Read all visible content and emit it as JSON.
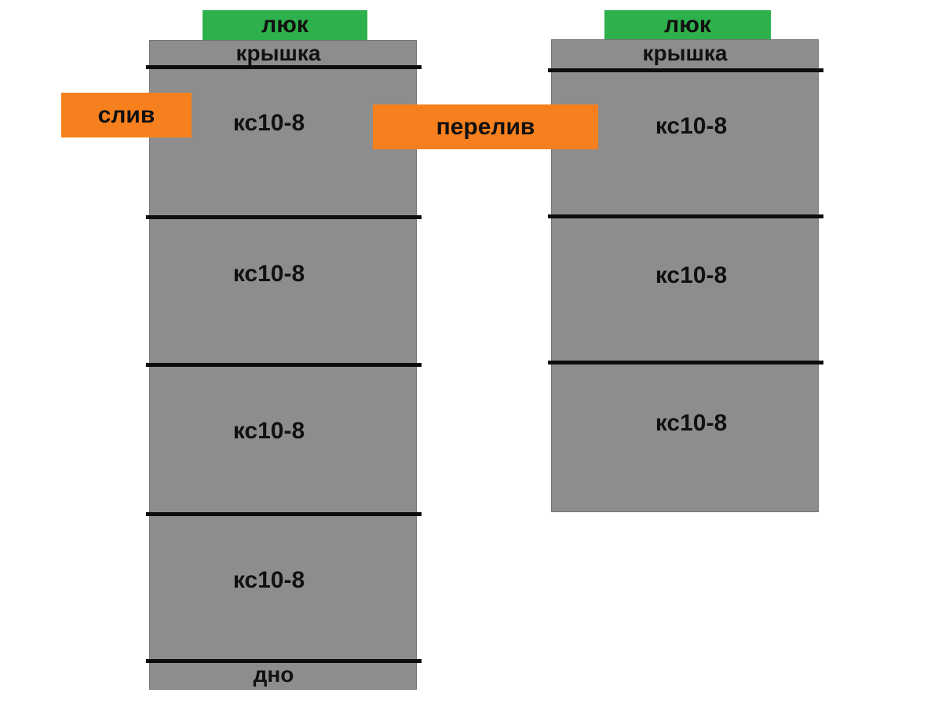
{
  "diagram": {
    "colors": {
      "bg": "#ffffff",
      "ring": "#8d8d8d",
      "ring-border": "#747474",
      "hatch": "#2eb04c",
      "pipe": "#f6801e",
      "line": "#0d0d0d",
      "text": "#111111"
    },
    "wells": [
      {
        "id": "left",
        "hatch_label": "люк",
        "cover_label": "крышка",
        "rings": [
          "кс10-8",
          "кс10-8",
          "кс10-8",
          "кс10-8"
        ],
        "bottom_label": "дно"
      },
      {
        "id": "right",
        "hatch_label": "люк",
        "cover_label": "крышка",
        "rings": [
          "кс10-8",
          "кс10-8",
          "кс10-8"
        ]
      }
    ],
    "pipes": [
      {
        "id": "drain",
        "label": "слив"
      },
      {
        "id": "overflow",
        "label": "перелив"
      }
    ]
  }
}
